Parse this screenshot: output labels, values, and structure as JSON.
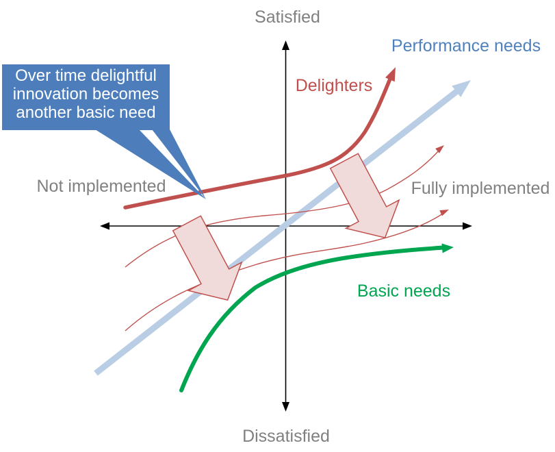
{
  "diagram": {
    "type": "kano-model",
    "axes": {
      "top_label": "Satisfied",
      "bottom_label": "Dissatisfied",
      "left_label": "Not implemented",
      "right_label": "Fully implemented",
      "color": "#000000"
    },
    "curves": {
      "performance": {
        "label": "Performance needs",
        "label_color": "#4F81BD",
        "line_color": "#B9CDE5"
      },
      "delighters": {
        "label": "Delighters",
        "color": "#C0504D"
      },
      "basic": {
        "label": "Basic needs",
        "color": "#00A550"
      },
      "intermediate": {
        "color": "#C0504D",
        "count": 2
      }
    },
    "transition_arrows": {
      "fill": "#F1DBDA",
      "stroke": "#C0504D"
    },
    "callout": {
      "lines": [
        "Over time delightful",
        "innovation becomes",
        "another basic need"
      ],
      "bg": "#4D7EBB",
      "text_color": "#FFFFFF"
    },
    "label_color": "#808080"
  }
}
